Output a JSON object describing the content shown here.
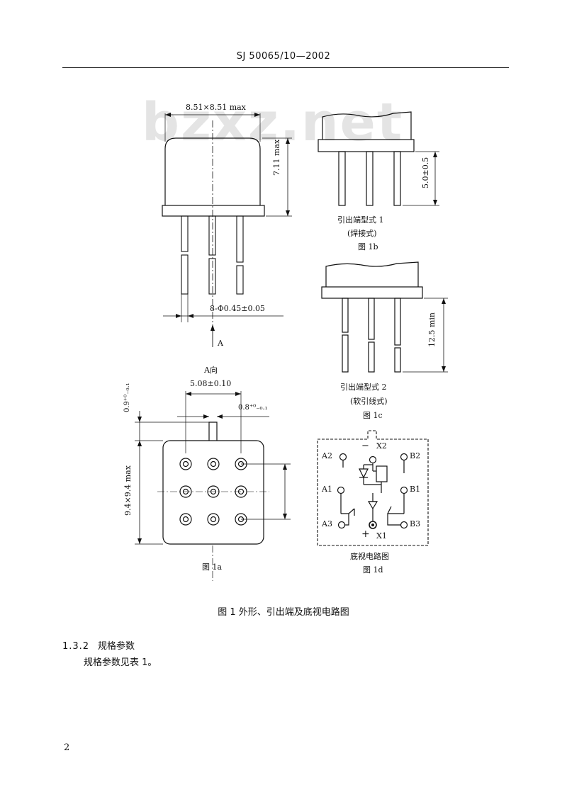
{
  "header": {
    "doc_number": "SJ 50065/10—2002"
  },
  "watermark": {
    "text": "bzxz.net"
  },
  "fig1a": {
    "width_dim": "8.51×8.51 max",
    "height_dim": "7.11 max",
    "pin_dim": "8-Φ0.45±0.05",
    "arrow_label": "A",
    "view_label": "A向",
    "pitch_dim": "5.08±0.10",
    "tab_height_dim": "0.9⁺⁰₋₀.₁",
    "tab_width_dim": "0.8⁺⁰₋₀.₁",
    "square_dim": "9.4×9.4 max",
    "label": "图 1a"
  },
  "fig1b": {
    "dim": "5.0±0.5",
    "line1": "引出端型式 1",
    "line2": "(焊接式)",
    "label": "图 1b"
  },
  "fig1c": {
    "dim": "12.5 min",
    "line1": "引出端型式 2",
    "line2": "(软引线式)",
    "label": "图 1c"
  },
  "fig1d": {
    "pins": {
      "a2": "A2",
      "a1": "A1",
      "a3": "A3",
      "b2": "B2",
      "b1": "B1",
      "b3": "B3",
      "x2": "X2",
      "x1": "X1"
    },
    "minus": "−",
    "plus": "+",
    "title": "底视电路图",
    "label": "图 1d"
  },
  "figure_caption": "图 1   外形、引出端及底视电路图",
  "section": {
    "number": "1.3.2",
    "title": "规格参数"
  },
  "paragraph": "规格参数见表 1。",
  "page_number": "2"
}
